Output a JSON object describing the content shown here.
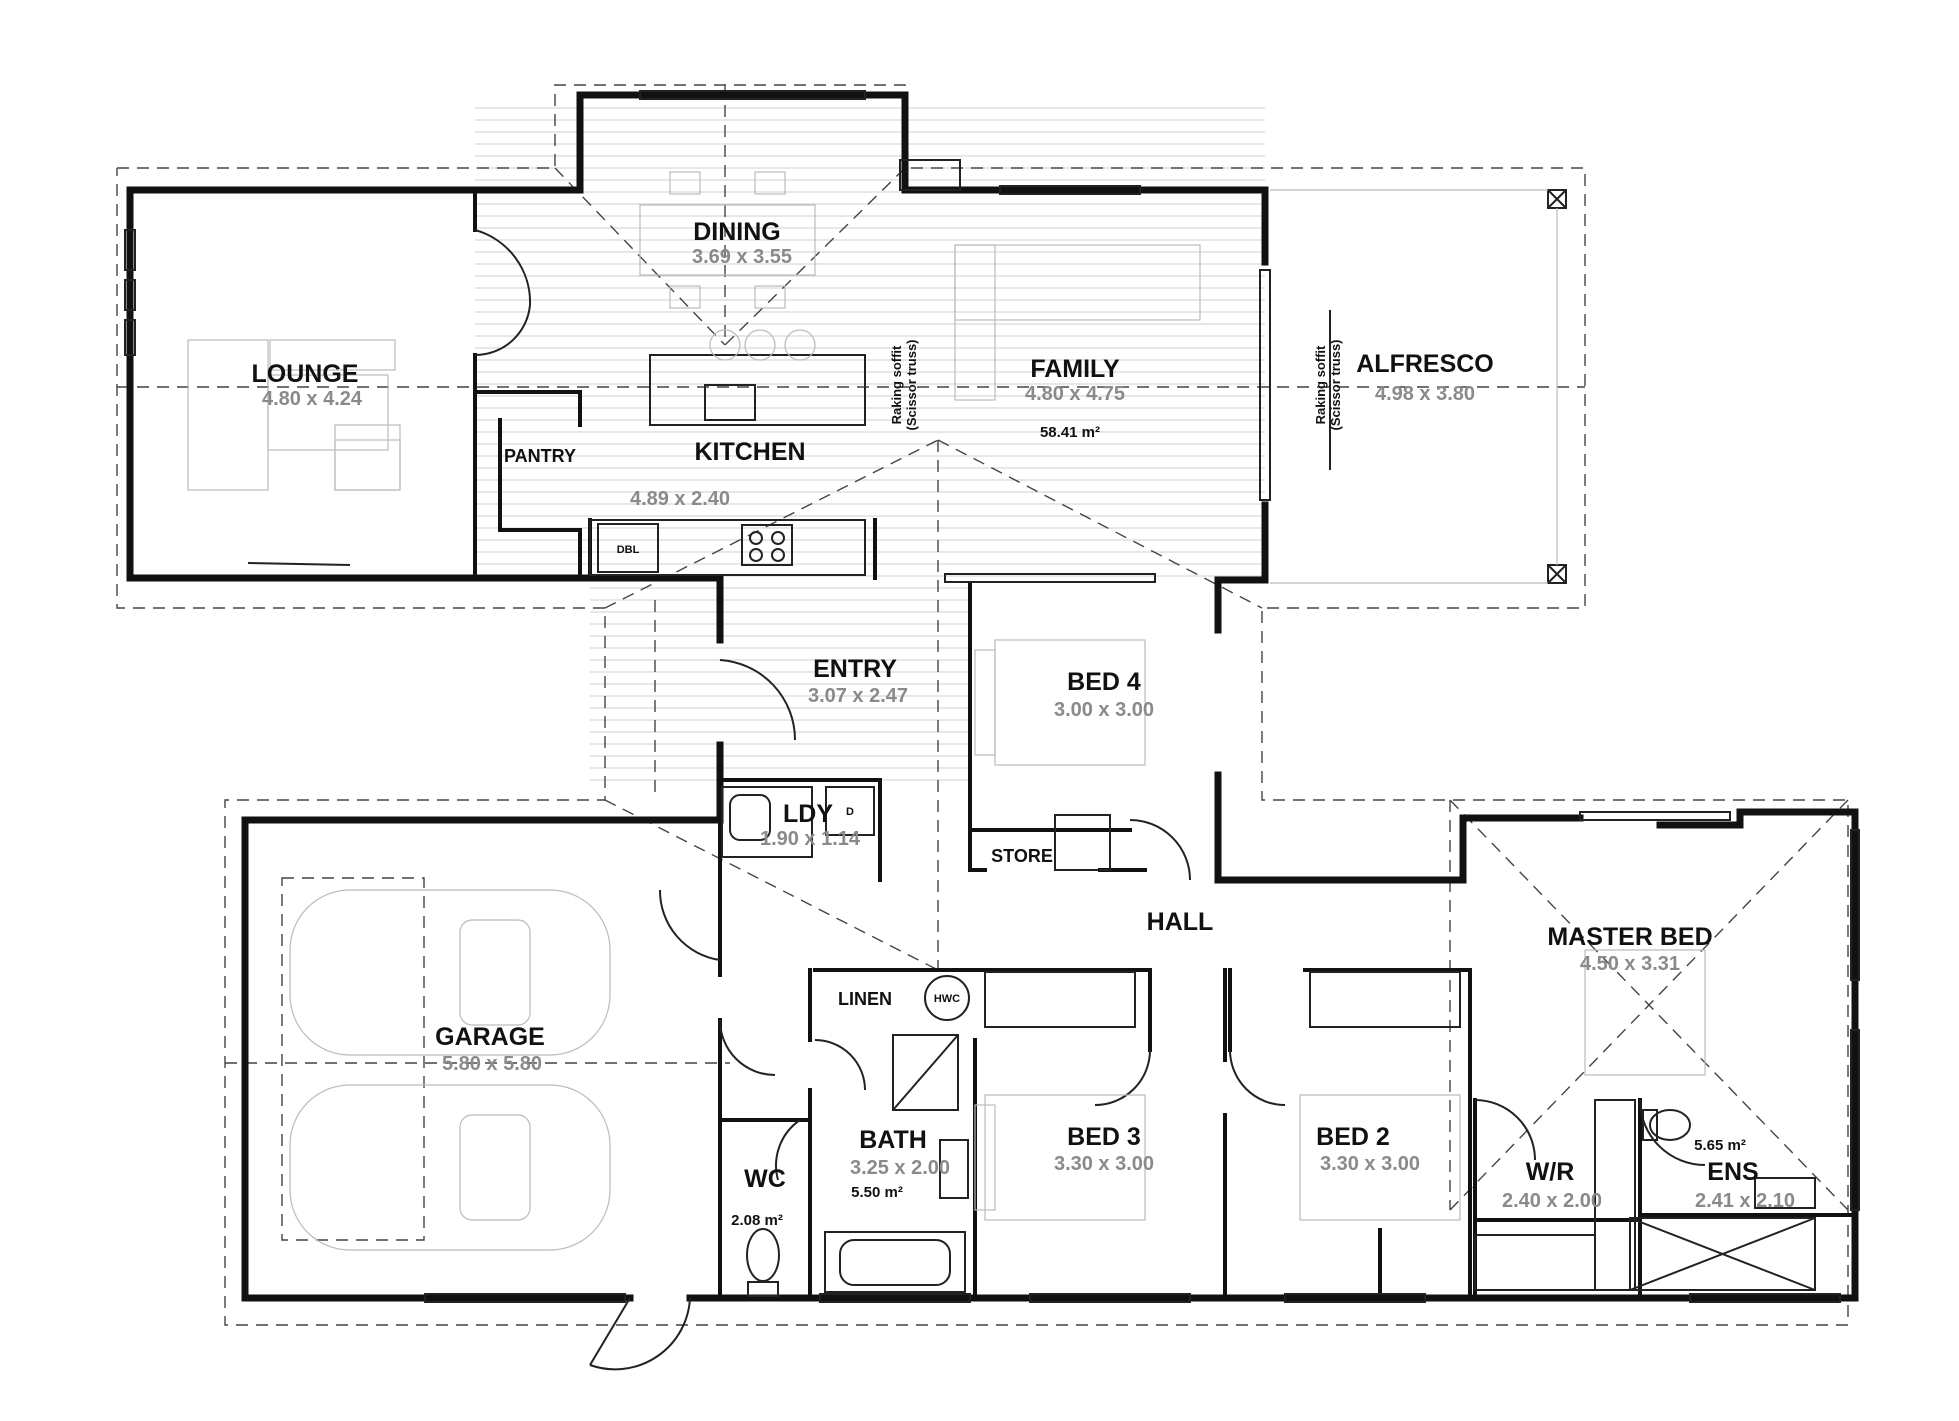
{
  "rooms": {
    "lounge": {
      "name": "LOUNGE",
      "size": "4.80 x 4.24"
    },
    "dining": {
      "name": "DINING",
      "size": "3.69 x 3.55"
    },
    "family": {
      "name": "FAMILY",
      "size": "4.80 x 4.75",
      "area": "58.41 m²"
    },
    "kitchen": {
      "name": "KITCHEN",
      "size": "4.89 x 2.40"
    },
    "pantry": {
      "name": "PANTRY"
    },
    "alfresco": {
      "name": "ALFRESCO",
      "size": "4.98 x 3.80"
    },
    "entry": {
      "name": "ENTRY",
      "size": "3.07 x 2.47"
    },
    "bed4": {
      "name": "BED 4",
      "size": "3.00 x 3.00"
    },
    "laundry": {
      "name": "LDY",
      "size": "1.90 x 1.14"
    },
    "store": {
      "name": "STORE"
    },
    "hall": {
      "name": "HALL"
    },
    "master_bed": {
      "name": "MASTER BED",
      "size": "4.50 x 3.31"
    },
    "linen": {
      "name": "LINEN"
    },
    "hwc": {
      "name": "HWC"
    },
    "garage": {
      "name": "GARAGE",
      "size": "5.80 x 5.80"
    },
    "bath": {
      "name": "BATH",
      "size": "3.25 x 2.00",
      "area": "5.50 m²"
    },
    "wc": {
      "name": "WC",
      "area": "2.08 m²"
    },
    "bed3": {
      "name": "BED 3",
      "size": "3.30 x 3.00"
    },
    "bed2": {
      "name": "BED 2",
      "size": "3.30 x 3.00"
    },
    "walk_in_robe": {
      "name": "W/R",
      "size": "2.40 x 2.00"
    },
    "ensuite": {
      "name": "ENS",
      "size": "2.41 x 2.10",
      "area": "5.65 m²"
    }
  },
  "notes": {
    "soffit_line1": "Raking soffit",
    "soffit_line2": "(Scissor truss)"
  },
  "fixtures": {
    "double_oven": "DBL",
    "dryer": "D"
  }
}
